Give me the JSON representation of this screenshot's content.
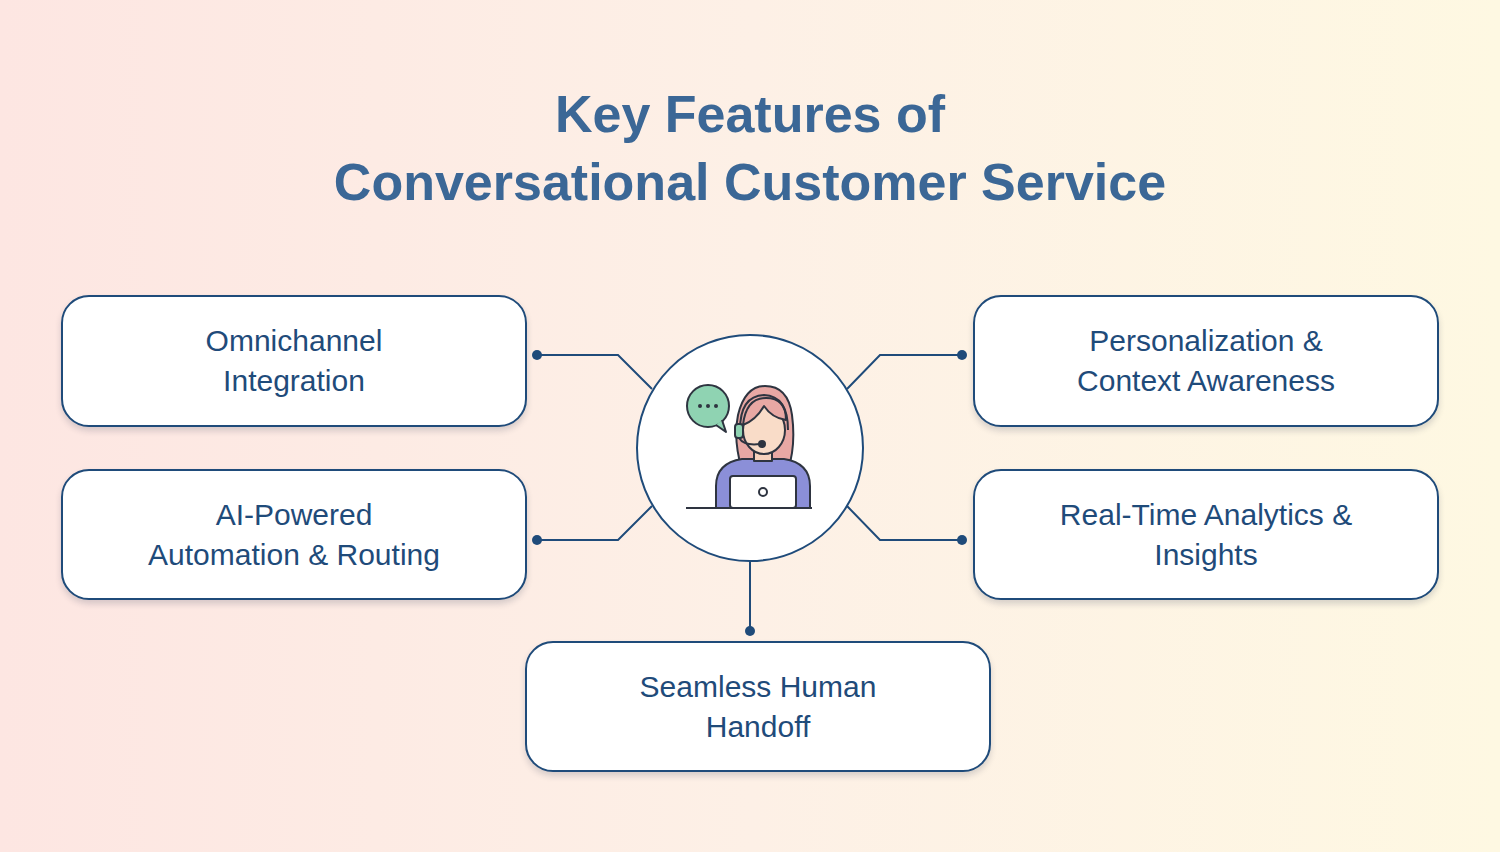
{
  "diagram": {
    "title": "Key Features of Conversational Customer Service",
    "nodes": [
      {
        "text": [
          "Omnichannel Integration"
        ]
      },
      {
        "text": [
          "Personalization & Context Awareness"
        ]
      },
      {
        "text": [
          "AI-Powered Automation & Routing"
        ]
      },
      {
        "text": [
          "Real-Time Analytics & Insights"
        ]
      },
      {
        "text": [
          "Seamless Human Handoff"
        ]
      }
    ]
  }
}
